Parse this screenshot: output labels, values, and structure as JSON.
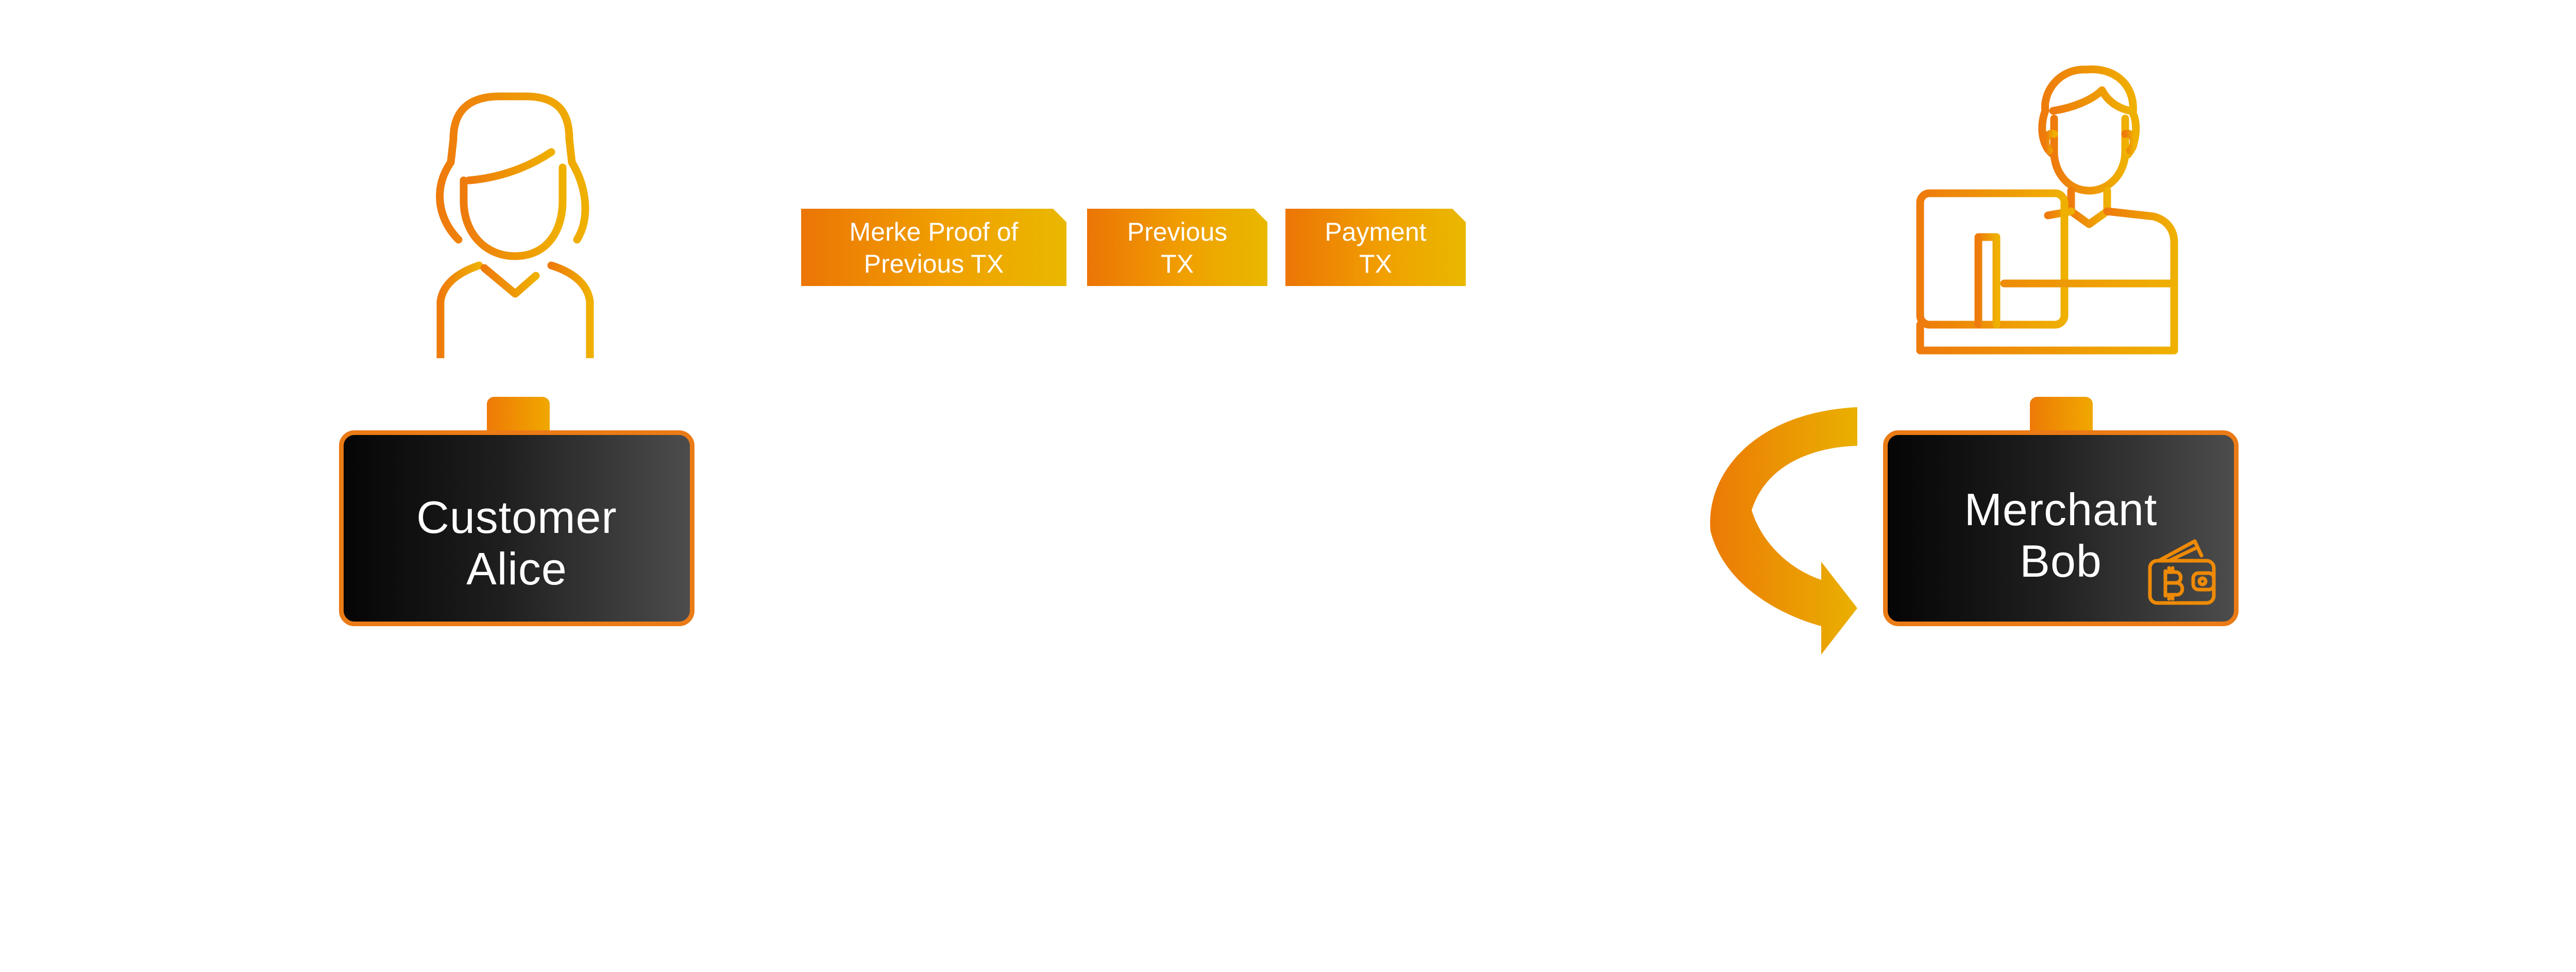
{
  "diagram": {
    "customer": {
      "role": "Customer",
      "name": "Alice"
    },
    "merchant": {
      "role": "Merchant",
      "name": "Bob"
    },
    "documents": [
      {
        "line1": "Merke Proof of",
        "line2": "Previous TX"
      },
      {
        "line1": "Previous",
        "line2": "TX"
      },
      {
        "line1": "Payment",
        "line2": "TX"
      }
    ]
  },
  "colors": {
    "accent_orange": "#ea7b16",
    "accent_yellow": "#e9b800",
    "card_dark": "#050505"
  },
  "icons": {
    "customer": "woman-user-icon",
    "merchant": "man-at-computer-icon",
    "wallet": "bitcoin-wallet-icon",
    "arrow": "curved-arrow-icon"
  }
}
